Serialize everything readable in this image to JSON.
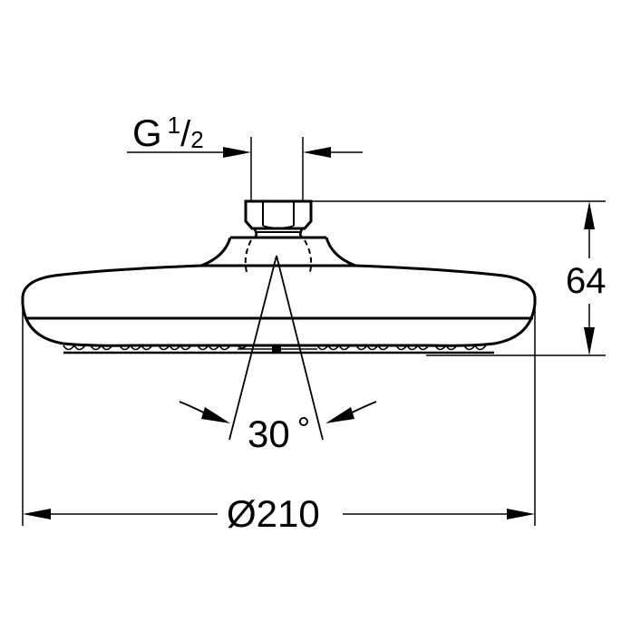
{
  "drawing": {
    "title": "Shower head technical dimension drawing",
    "stroke_color": "#000000",
    "background_color": "#ffffff"
  },
  "dimensions": {
    "thread": {
      "prefix": "G",
      "numerator": "1",
      "slash": "/",
      "denominator": "2"
    },
    "height": {
      "value": "64"
    },
    "spray_angle": {
      "value": "30",
      "unit": "°"
    },
    "diameter": {
      "value": "Ø210"
    }
  }
}
